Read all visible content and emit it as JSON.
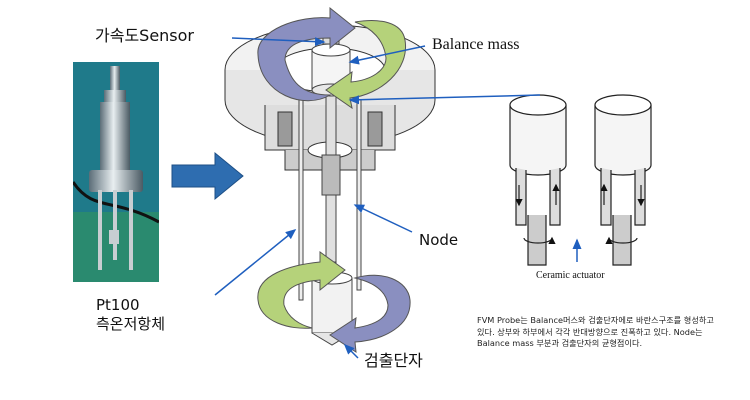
{
  "labels": {
    "sensor": "가속도Sensor",
    "balance_mass": "Balance mass",
    "node": "Node",
    "pt100_line1": "Pt100",
    "pt100_line2": "측온저항체",
    "detector": "검출단자",
    "ceramic_actuator": "Ceramic actuator"
  },
  "description": "FVM Probe는 Balance머스와 검출단자에로 바란스구조를 형성하고 있다. 상부와 하부에서 각각 반대방향으로 진폭하고 있다. Node는 Balance mass 부분과 검출단자의 균형점이다.",
  "colors": {
    "arrow_blue": "#1f5fbf",
    "rotation_purple": "#8a8fc0",
    "rotation_green": "#b5d27a",
    "big_arrow": "#2e6db0"
  }
}
